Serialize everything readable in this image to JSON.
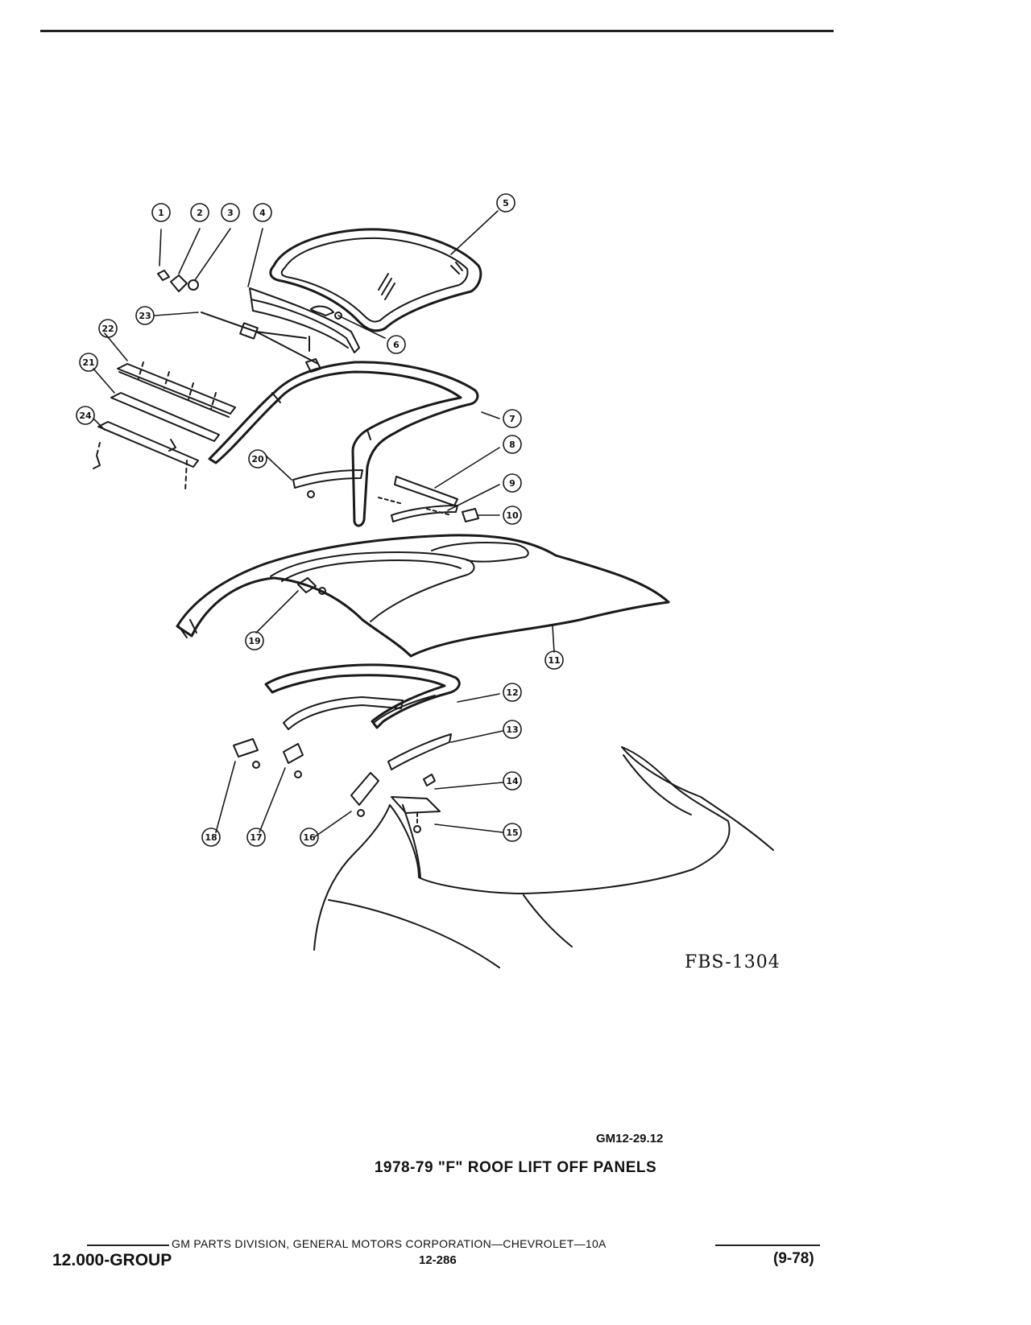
{
  "callouts": [
    {
      "num": "1"
    },
    {
      "num": "2"
    },
    {
      "num": "3"
    },
    {
      "num": "4"
    },
    {
      "num": "5"
    },
    {
      "num": "6"
    },
    {
      "num": "7"
    },
    {
      "num": "8"
    },
    {
      "num": "9"
    },
    {
      "num": "10"
    },
    {
      "num": "11"
    },
    {
      "num": "12"
    },
    {
      "num": "13"
    },
    {
      "num": "14"
    },
    {
      "num": "15"
    },
    {
      "num": "16"
    },
    {
      "num": "17"
    },
    {
      "num": "18"
    },
    {
      "num": "19"
    },
    {
      "num": "20"
    },
    {
      "num": "21"
    },
    {
      "num": "22"
    },
    {
      "num": "23"
    },
    {
      "num": "24"
    }
  ],
  "figure_ref": "FBS-1304",
  "figure_code": "GM12-29.12",
  "figure_title": "1978-79 \"F\" ROOF LIFT OFF PANELS",
  "footer": {
    "publisher": "GM PARTS DIVISION, GENERAL MOTORS CORPORATION—CHEVROLET—10A",
    "group": "12.000-GROUP",
    "page": "12-286",
    "date": "(9-78)"
  }
}
